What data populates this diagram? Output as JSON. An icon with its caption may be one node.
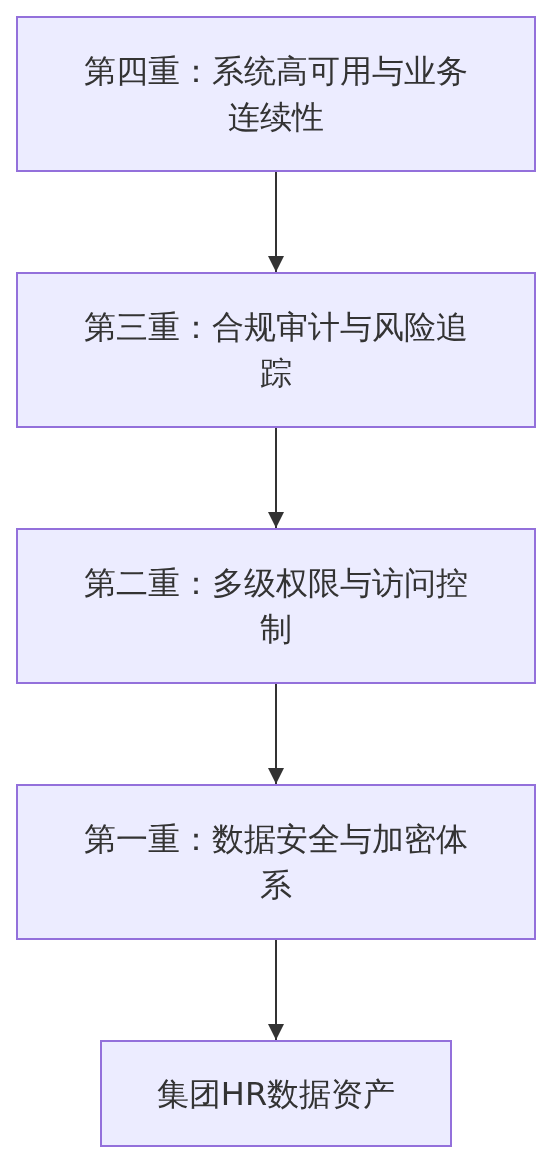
{
  "diagram": {
    "nodes": [
      {
        "text": [
          "第四重：系统高可用与业务连续性"
        ]
      },
      {
        "text": [
          "第三重：合规审计与风险追踪"
        ]
      },
      {
        "text": [
          "第二重：多级权限与访问控制"
        ]
      },
      {
        "text": [
          "第一重：数据安全与加密体系"
        ]
      },
      {
        "text": [
          "集团HR数据资产"
        ]
      }
    ],
    "edges": [
      {
        "from": 0,
        "to": 1,
        "arrow": "to"
      },
      {
        "from": 1,
        "to": 2,
        "arrow": "to"
      },
      {
        "from": 2,
        "to": 3,
        "arrow": "to"
      },
      {
        "from": 3,
        "to": 4,
        "arrow": "to"
      }
    ]
  }
}
